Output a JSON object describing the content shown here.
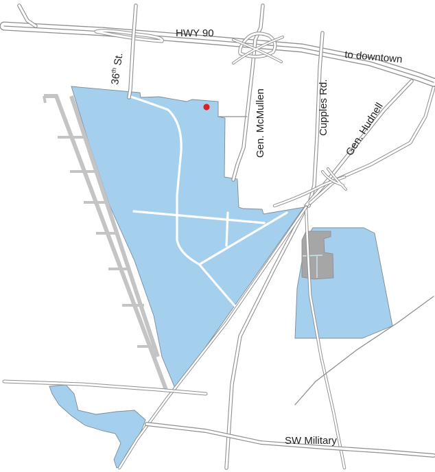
{
  "labels": {
    "hwy90": "HWY 90",
    "to_downtown": "to downtown",
    "st36_num": "36",
    "st36_sup": "th",
    "st36_suffix": " St.",
    "gen_mcmullen": "Gen. McMullen",
    "cupples": "Cupples Rd.",
    "gen_hudnell": "Gen. Hudnell",
    "sw_military": "SW Military"
  },
  "colors": {
    "zone": "#a4d0ee",
    "road_outline": "#8e8e8e",
    "building": "#a6a6a6",
    "runway": "#c4c4c4",
    "marker": "#dd1f26"
  }
}
